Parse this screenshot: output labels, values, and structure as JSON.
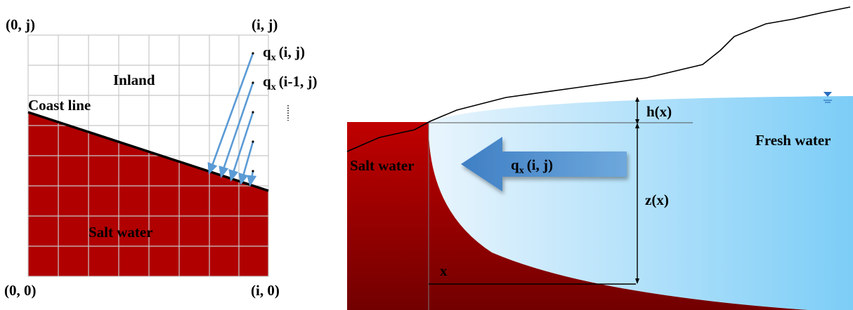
{
  "left_panel": {
    "corner_top_left": "(0, j)",
    "corner_top_right": "(i, j)",
    "corner_bottom_left": "(0, 0)",
    "corner_bottom_right": "(i, 0)",
    "region_inland": "Inland",
    "coast_line_label": "Coast line",
    "region_salt": "Salt water",
    "flux_label_1": "q",
    "flux_sub_1": "x",
    "flux_args_1": "(i, j)",
    "flux_label_2": "q",
    "flux_sub_2": "x",
    "flux_args_2": "(i-1, j)"
  },
  "right_panel": {
    "salt_label": "Salt water",
    "fresh_label": "Fresh water",
    "arrow_q": "q",
    "arrow_sub": "x",
    "arrow_args": "(i, j)",
    "h_label": "h(x)",
    "z_label": "z(x)",
    "x_label": "x"
  },
  "colors": {
    "salt": "#b20000",
    "salt_dark": "#7a0000",
    "fresh_light": "#e8f4fd",
    "fresh_dark": "#7fcdf7",
    "arrow_blue": "#4f8fcc",
    "grid": "#c8c8c8"
  }
}
